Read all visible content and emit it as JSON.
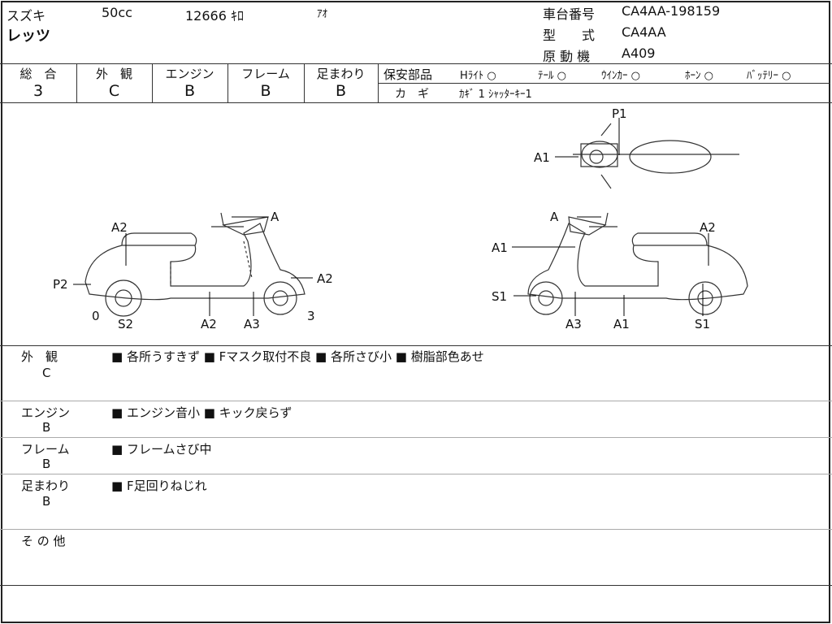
{
  "header": {
    "maker": "スズキ",
    "displacement": "50cc",
    "mileage": "12666 ｷﾛ",
    "color": "ｱｵ",
    "model": "レッツ",
    "frame_no_label": "車台番号",
    "frame_no": "CA4AA-198159",
    "type_label": "型　　式",
    "type": "CA4AA",
    "engine_label": "原 動 機",
    "engine": "A409"
  },
  "grades": [
    {
      "label": "総　合",
      "value": "3"
    },
    {
      "label": "外　観",
      "value": "C"
    },
    {
      "label": "エンジン",
      "value": "B"
    },
    {
      "label": "フレーム",
      "value": "B"
    },
    {
      "label": "足まわり",
      "value": "B"
    }
  ],
  "safety": {
    "label": "保安部品",
    "items": [
      "Hﾗｲﾄ ○",
      "ﾃｰﾙ ○",
      "ｳｲﾝｶｰ ○",
      "ﾎｰﾝ ○",
      "ﾊﾞｯﾃﾘｰ ○"
    ],
    "key_label": "カ　ギ",
    "key_value": "ｶｷﾞ 1  ｼｬｯﾀｰｷｰ1"
  },
  "diagram": {
    "left": [
      "A2",
      "P2",
      "0",
      "S2",
      "A2",
      "A3",
      "3",
      "A2",
      "A"
    ],
    "right": [
      "A",
      "A1",
      "S1",
      "A3",
      "A1",
      "S1",
      "A2"
    ],
    "top": [
      "P1",
      "A1"
    ]
  },
  "comments": [
    {
      "label": "外　観",
      "grade": "C",
      "text": "■ 各所うすきず ■ Fマスク取付不良 ■ 各所さび小 ■ 樹脂部色あせ"
    },
    {
      "label": "エンジン",
      "grade": "B",
      "text": "■ エンジン音小 ■ キック戻らず"
    },
    {
      "label": "フレーム",
      "grade": "B",
      "text": "■ フレームさび中"
    },
    {
      "label": "足まわり",
      "grade": "B",
      "text": "■ F足回りねじれ"
    },
    {
      "label": "そ の 他",
      "grade": "",
      "text": ""
    }
  ]
}
